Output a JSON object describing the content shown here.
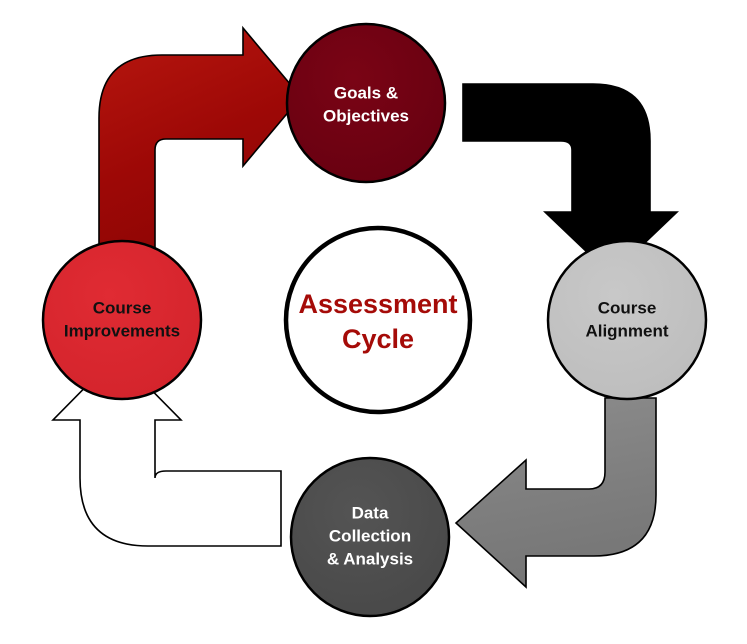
{
  "diagram": {
    "title": "Assessment Cycle",
    "center": {
      "name": "assessment-cycle-center",
      "line1": "Assessment",
      "line2": "Cycle",
      "fill": "#FFFFFF",
      "stroke": "#000000",
      "text_color": "#A50B08"
    },
    "nodes": [
      {
        "id": "goals-objectives",
        "line1": "Goals &",
        "line2": "Objectives",
        "line3": "",
        "fill": "#6B0011",
        "text_color": "#FFFFFF",
        "position": "top"
      },
      {
        "id": "course-alignment",
        "line1": "Course",
        "line2": "Alignment",
        "line3": "",
        "fill": "#C0C0C0",
        "text_color": "#111111",
        "position": "right"
      },
      {
        "id": "data-collection-analysis",
        "line1": "Data",
        "line2": "Collection",
        "line3": "& Analysis",
        "fill": "#4D4D4D",
        "text_color": "#FFFFFF",
        "position": "bottom"
      },
      {
        "id": "course-improvements",
        "line1": "Course",
        "line2": "Improvements",
        "line3": "",
        "fill": "#D9262E",
        "text_color": "#111111",
        "position": "left"
      }
    ],
    "arrows": [
      {
        "id": "arrow-improvements-to-goals",
        "from": "course-improvements",
        "to": "goals-objectives",
        "fill": "#A50B08",
        "stroke": "#000000",
        "direction": "up-then-right"
      },
      {
        "id": "arrow-goals-to-alignment",
        "from": "goals-objectives",
        "to": "course-alignment",
        "fill": "#000000",
        "stroke": "#000000",
        "direction": "right-then-down"
      },
      {
        "id": "arrow-alignment-to-data",
        "from": "course-alignment",
        "to": "data-collection-analysis",
        "fill": "#808080",
        "stroke": "#000000",
        "direction": "down-then-left"
      },
      {
        "id": "arrow-data-to-improvements",
        "from": "data-collection-analysis",
        "to": "course-improvements",
        "fill": "#FFFFFF",
        "stroke": "#000000",
        "direction": "left-then-up"
      }
    ]
  }
}
